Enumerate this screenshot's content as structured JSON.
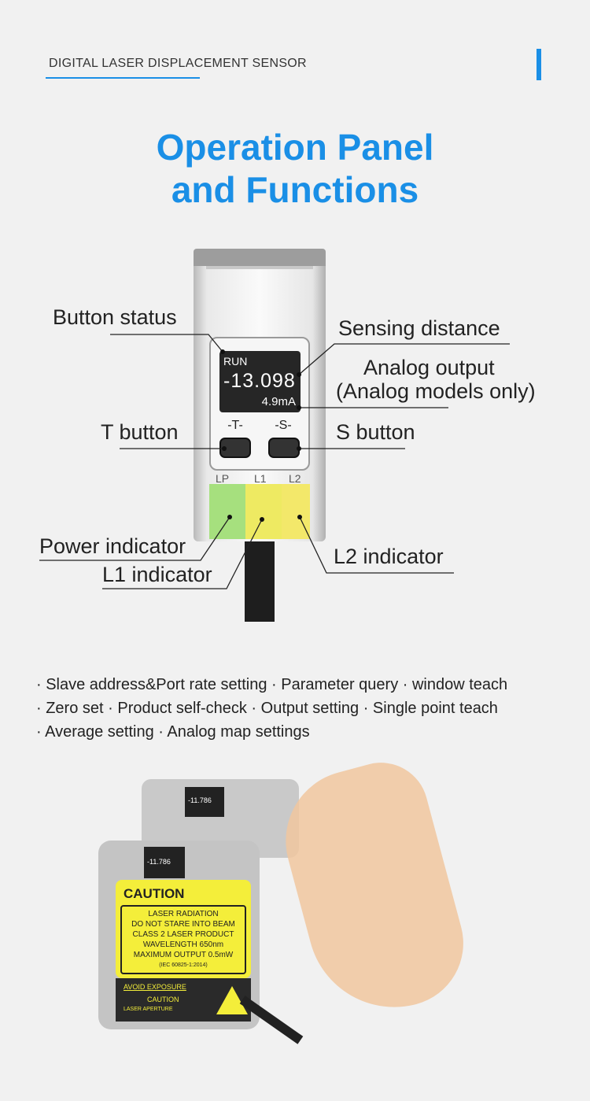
{
  "header": {
    "section": "DIGITAL LASER DISPLACEMENT SENSOR"
  },
  "title": {
    "line1": "Operation Panel",
    "line2": "and Functions"
  },
  "device": {
    "status": "RUN",
    "reading": "-13.098",
    "analog": "4.9mA",
    "t_key": "-T-",
    "s_key": "-S-",
    "leds": [
      "LP",
      "L1",
      "L2"
    ]
  },
  "callouts": {
    "button_status": "Button status",
    "sensing_distance": "Sensing distance",
    "analog_output": "Analog output",
    "analog_note": "(Analog models only)",
    "t_button": "T button",
    "s_button": "S button",
    "power_indicator": "Power indicator",
    "l1_indicator": "L1 indicator",
    "l2_indicator": "L2 indicator"
  },
  "features": [
    "· Slave address&Port rate setting · Parameter query · window teach",
    "· Zero set · Product self-check · Output setting · Single point teach",
    "· Average setting · Analog map settings"
  ],
  "label": {
    "caution": "CAUTION",
    "l1": "LASER RADIATION",
    "l2": "DO NOT STARE INTO BEAM",
    "l3": "CLASS 2 LASER PRODUCT",
    "l4": "WAVELENGTH 650nm",
    "l5": "MAXIMUM OUTPUT 0.5mW",
    "l6": "(IEC 60825-1:2014)",
    "avoid": "AVOID EXPOSURE",
    "caution2": "CAUTION",
    "aperture": "LASER APERTURE",
    "mini_reading": "-11.786"
  },
  "colors": {
    "accent": "#1a8fe6",
    "led_power": "#9be07a",
    "led_l": "#f2ea5a",
    "label_yellow": "#f4ee3a"
  }
}
